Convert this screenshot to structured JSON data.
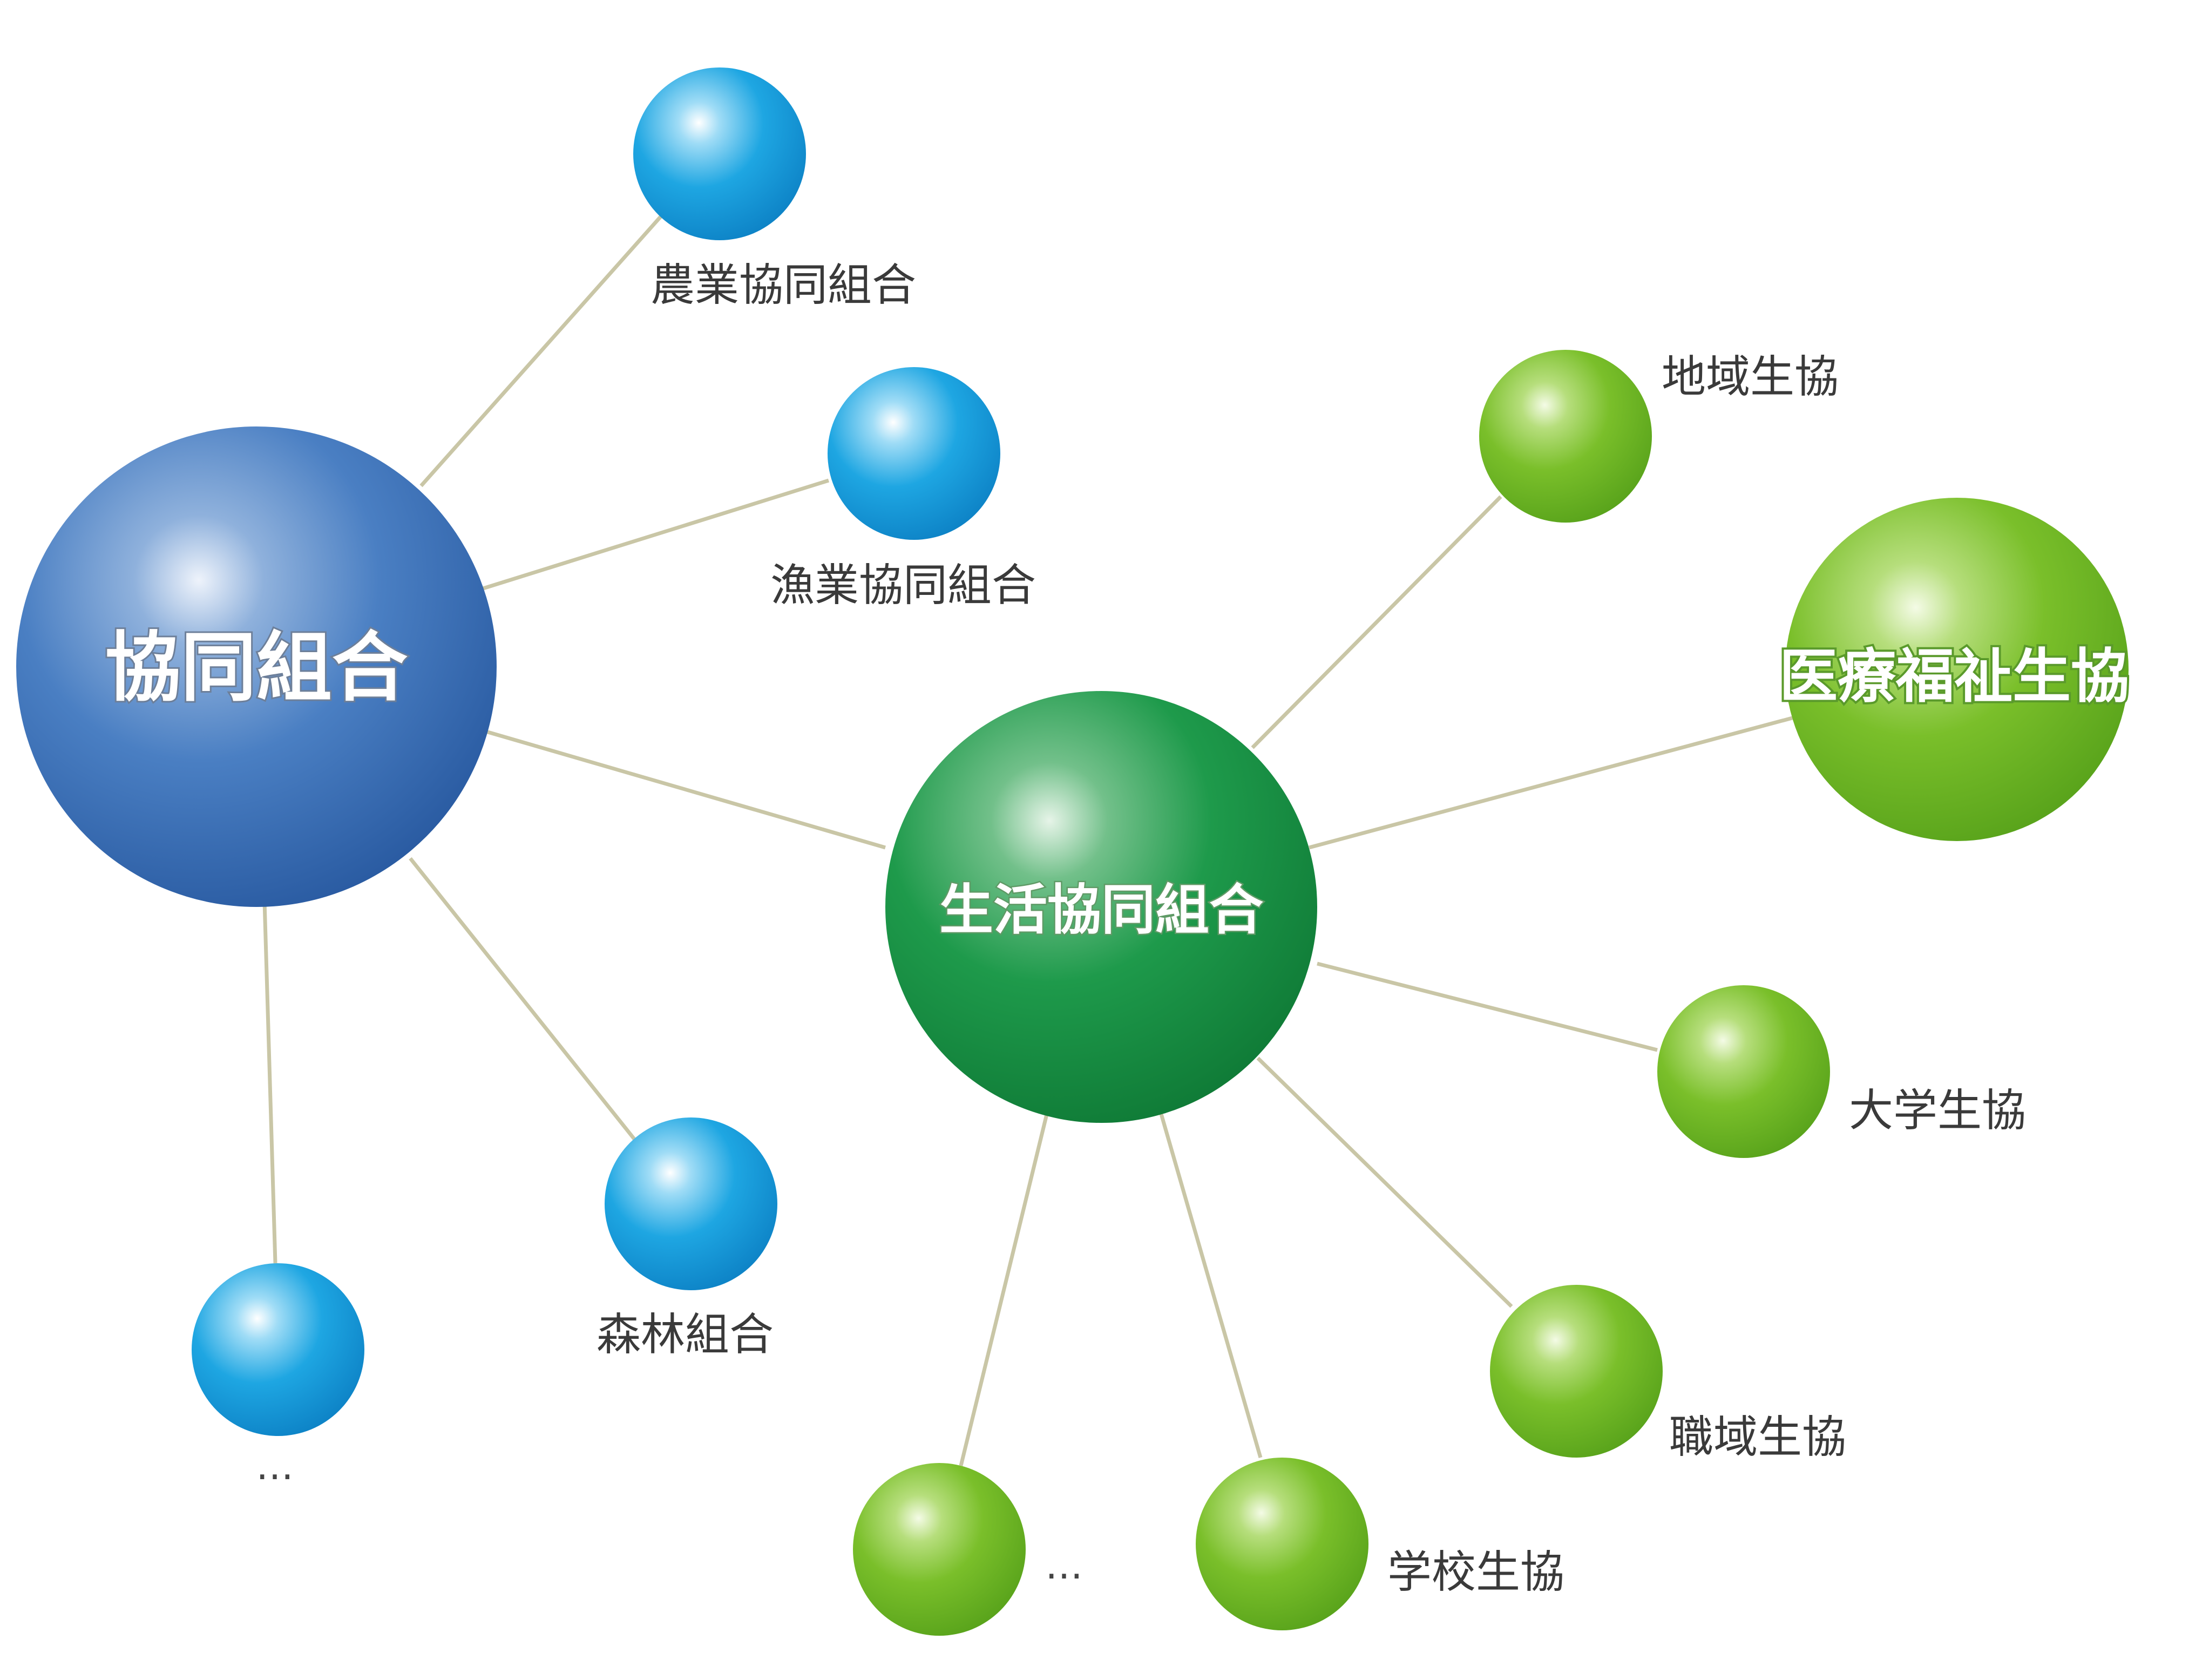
{
  "colors": {
    "hub_blue": "#3f74bb",
    "node_blue": "#1aa3e0",
    "hub_green": "#1b9446",
    "node_lime": "#78bb27",
    "edge": "#c9c6a6"
  },
  "hubs": {
    "cooperative": "協同組合",
    "consumer": "生活協同組合",
    "medical": "医療福祉生協"
  },
  "labels": {
    "agricultural": "農業協同組合",
    "fishery": "漁業協同組合",
    "forestry": "森林組合",
    "coop_more": "…",
    "community": "地域生協",
    "university": "大学生協",
    "workplace": "職域生協",
    "school": "学校生協",
    "consumer_more": "…"
  }
}
